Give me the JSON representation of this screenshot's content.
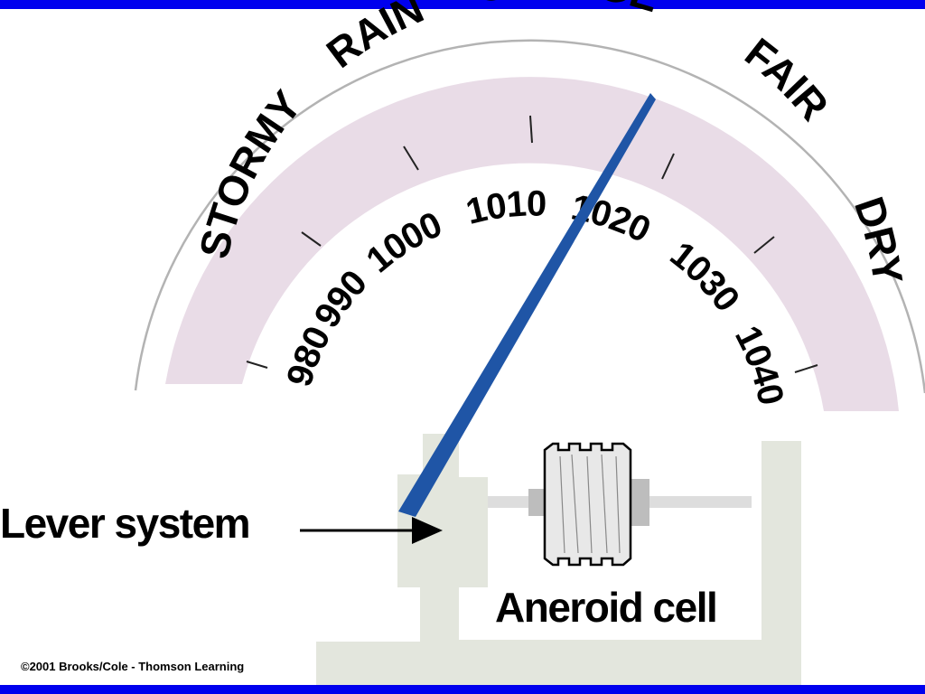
{
  "colors": {
    "frame_bar": "#0000ee",
    "dial_band": "#e9dce7",
    "dial_rim": "#b3b3b3",
    "needle": "#1f55a6",
    "mechanism": "#e3e6dd",
    "rod": "#dddddd",
    "cell_fill": "#e8e8e8"
  },
  "dial": {
    "weather_words": [
      {
        "id": "stormy",
        "text": "STORMY"
      },
      {
        "id": "rain",
        "text": "RAIN"
      },
      {
        "id": "change",
        "text": "CHANGE"
      },
      {
        "id": "fair",
        "text": "FAIR"
      },
      {
        "id": "dry",
        "text": "DRY"
      }
    ],
    "pressure_scale": [
      {
        "id": "p980",
        "text": "980"
      },
      {
        "id": "p990",
        "text": "990"
      },
      {
        "id": "p1000",
        "text": "1000"
      },
      {
        "id": "p1010",
        "text": "1010"
      },
      {
        "id": "p1020",
        "text": "1020"
      },
      {
        "id": "p1030",
        "text": "1030"
      },
      {
        "id": "p1040",
        "text": "1040"
      }
    ]
  },
  "labels": {
    "lever_system": "Lever system",
    "aneroid_cell": "Aneroid cell"
  },
  "copyright": "©2001 Brooks/Cole - Thomson Learning"
}
